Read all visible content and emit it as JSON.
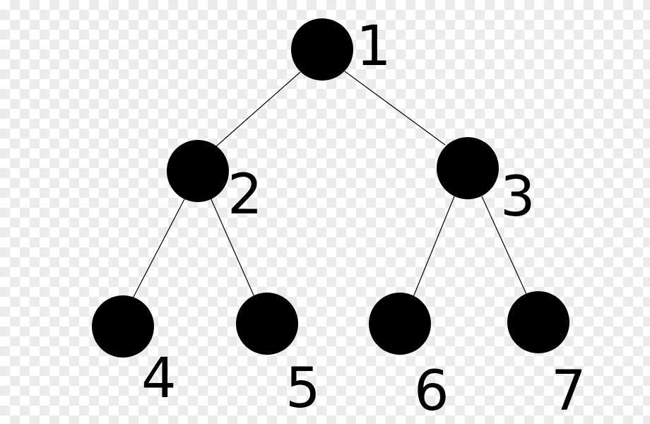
{
  "diagram": {
    "type": "binary-tree",
    "node_color": "#000000",
    "edge_color": "#000000",
    "nodes": [
      {
        "id": "1",
        "label": "1"
      },
      {
        "id": "2",
        "label": "2"
      },
      {
        "id": "3",
        "label": "3"
      },
      {
        "id": "4",
        "label": "4"
      },
      {
        "id": "5",
        "label": "5"
      },
      {
        "id": "6",
        "label": "6"
      },
      {
        "id": "7",
        "label": "7"
      }
    ],
    "edges": [
      {
        "from": "1",
        "to": "2"
      },
      {
        "from": "1",
        "to": "3"
      },
      {
        "from": "2",
        "to": "4"
      },
      {
        "from": "2",
        "to": "5"
      },
      {
        "from": "3",
        "to": "6"
      },
      {
        "from": "3",
        "to": "7"
      }
    ]
  }
}
